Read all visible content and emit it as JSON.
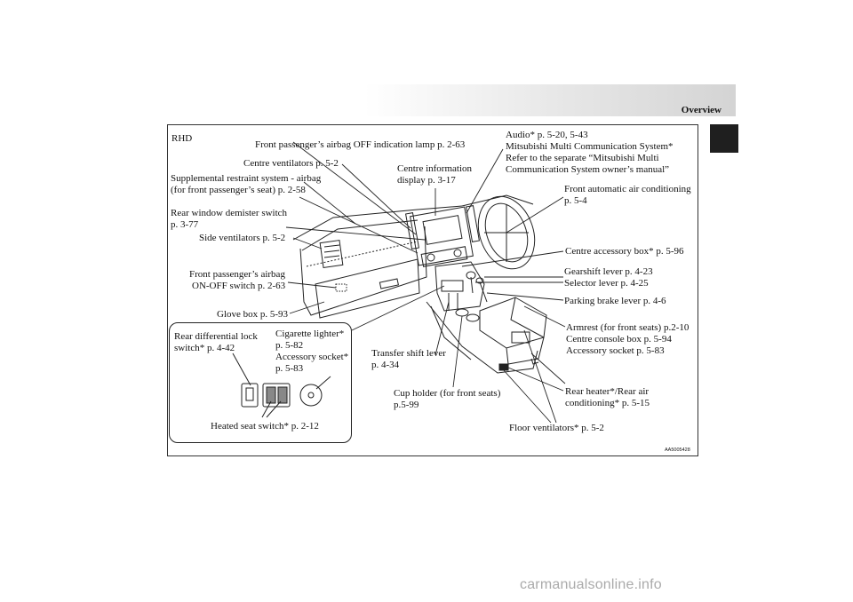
{
  "header": {
    "title": "Overview"
  },
  "diagram": {
    "variant": "RHD",
    "code": "AA5005428",
    "labels": {
      "airbag_off_lamp": "Front passenger’s airbag OFF indication lamp p. 2-63",
      "centre_ventilators": "Centre ventilators p. 5-2",
      "srs_airbag_1": "Supplemental restraint system - airbag",
      "srs_airbag_2": "(for front passenger’s seat) p. 2-58",
      "rear_demister_1": "Rear window demister switch",
      "rear_demister_2": "p. 3-77",
      "side_ventilators": "Side ventilators p. 5-2",
      "airbag_switch_1": "Front passenger’s airbag",
      "airbag_switch_2": "ON-OFF switch p. 2-63",
      "glove_box": "Glove box p. 5-93",
      "centre_info_1": "Centre information",
      "centre_info_2": "display p. 3-17",
      "audio_1": "Audio* p. 5-20, 5-43",
      "audio_2": "Mitsubishi Multi Communication System*",
      "audio_3": "Refer to the separate “Mitsubishi Multi",
      "audio_4": "Communication System owner’s manual”",
      "front_ac_1": "Front automatic air conditioning",
      "front_ac_2": "p. 5-4",
      "centre_accessory_box": "Centre accessory box* p. 5-96",
      "gearshift": "Gearshift lever p. 4-23",
      "selector": "Selector lever p. 4-25",
      "parking_brake": "Parking brake lever p. 4-6",
      "armrest_1": "Armrest (for front seats) p.2-10",
      "armrest_2": "Centre console box p. 5-94",
      "armrest_3": "Accessory socket p. 5-83",
      "rear_heater_1": "Rear heater*/Rear air",
      "rear_heater_2": "conditioning* p. 5-15",
      "floor_ventilators": "Floor ventilators* p. 5-2",
      "cup_holder_1": "Cup holder (for front seats)",
      "cup_holder_2": "p.5-99",
      "transfer_1": "Transfer shift lever",
      "transfer_2": "p. 4-34"
    },
    "inset": {
      "rear_diff_1": "Rear differential lock",
      "rear_diff_2": "switch* p. 4-42",
      "cig_1": "Cigarette lighter*",
      "cig_2": "p. 5-82",
      "cig_3": "Accessory socket*",
      "cig_4": "p. 5-83",
      "heated_seat": "Heated seat switch* p. 2-12"
    }
  },
  "watermark": "carmanualsonline.info"
}
